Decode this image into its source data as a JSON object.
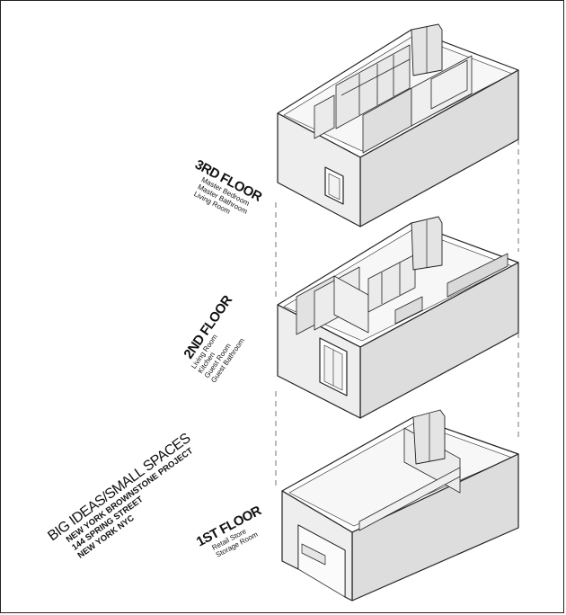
{
  "floors": [
    {
      "id": "3rd",
      "title": "3RD FLOOR",
      "rooms": [
        "Master Bedroom",
        "Master Bathroom",
        "Living Room"
      ]
    },
    {
      "id": "2nd",
      "title": "2ND FLOOR",
      "rooms": [
        "Living Room",
        "Kitchen",
        "Guest Room",
        "Guest Bathroom"
      ]
    },
    {
      "id": "1st",
      "title": "1ST FLOOR",
      "rooms": [
        "Retail Store",
        "Storage Room"
      ]
    }
  ],
  "project": {
    "title": "BIG IDEAS/SMALL SPACES",
    "lines": [
      "NEW YORK BROWNSTONE PROJECT",
      "144 SPRING STREET",
      "NEW YORK NYC"
    ]
  },
  "colors": {
    "front_wall": "#dddddd",
    "side_wall": "#eeeeee",
    "interior": "#f7f7f7",
    "line": "#222222"
  }
}
